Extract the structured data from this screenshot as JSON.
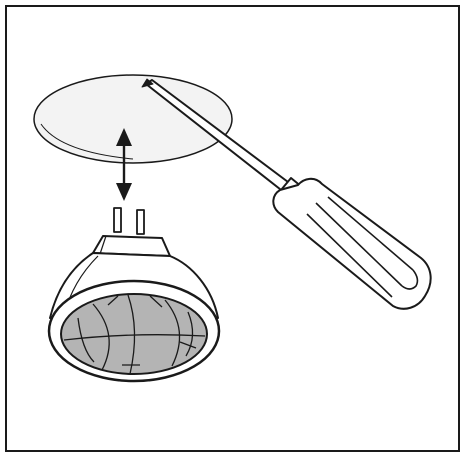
{
  "figure": {
    "subject": "replacing-halogen-reflector-lamp",
    "components": [
      "border-frame",
      "glass-cover",
      "up-down-arrow",
      "screwdriver",
      "mr16-lamp"
    ],
    "colors": {
      "background": "#ffffff",
      "line": "#1a1a1a",
      "glass": "#f3f3f3",
      "lens": "#b4b4b4",
      "screwdriver-handle": "#ffffff"
    }
  }
}
